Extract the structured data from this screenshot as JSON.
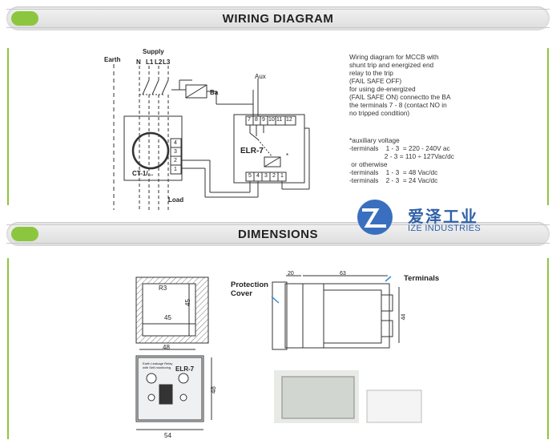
{
  "wiring": {
    "title": "WIRING DIAGRAM",
    "labels": {
      "supply": "Supply",
      "earth": "Earth",
      "n": "N",
      "l1": "L1",
      "l2": "L2",
      "l3": "L3",
      "aux": "Aux",
      "ba": "Ba",
      "ct": "CT-1/...",
      "load": "Load",
      "elr": "ELR-7",
      "top_terminals": [
        "7",
        "8",
        "9",
        "10",
        "11",
        "12"
      ],
      "bottom_terminals": [
        "5",
        "4",
        "3",
        "2",
        "1"
      ],
      "ct_terminals": [
        "4",
        "3",
        "2",
        "1"
      ],
      "star": "*"
    },
    "description": "Wiring diagram for MCCB with\nshunt trip and energized end\nrelay to the trip\n(FAIL SAFE OFF)\nfor using de-energized\n(FAIL SAFE ON) connectto the BA\nthe terminals 7 - 8 (contact NO in\nno tripped condition)",
    "aux_note": "*auxiliary voltage\n-terminals    1 - 3  = 220 - 240V ac\n                   2 - 3 = 110 ÷ 127Vac/dc\n or otherwise\n-terminals    1 - 3  = 48 Vac/dc\n-terminals    2 - 3  = 24 Vac/dc"
  },
  "logo": {
    "cn": "爱泽工业",
    "en": "IZE INDUSTRIES"
  },
  "dimensions": {
    "title": "DIMENSIONS",
    "cutout": {
      "r": "R3",
      "w": "45",
      "h": "45"
    },
    "front": {
      "top": "48",
      "side": "48",
      "bottom": "54",
      "model": "ELR-7",
      "small_text": "Earth Leakage Relay\nwith Self-monitoring"
    },
    "side": {
      "d1": "20",
      "d2": "63",
      "h": "44"
    },
    "protection_cover": "Protection\nCover",
    "terminals": "Terminals"
  },
  "colors": {
    "accent": "#8cc63f",
    "brand": "#2f5fa8"
  }
}
